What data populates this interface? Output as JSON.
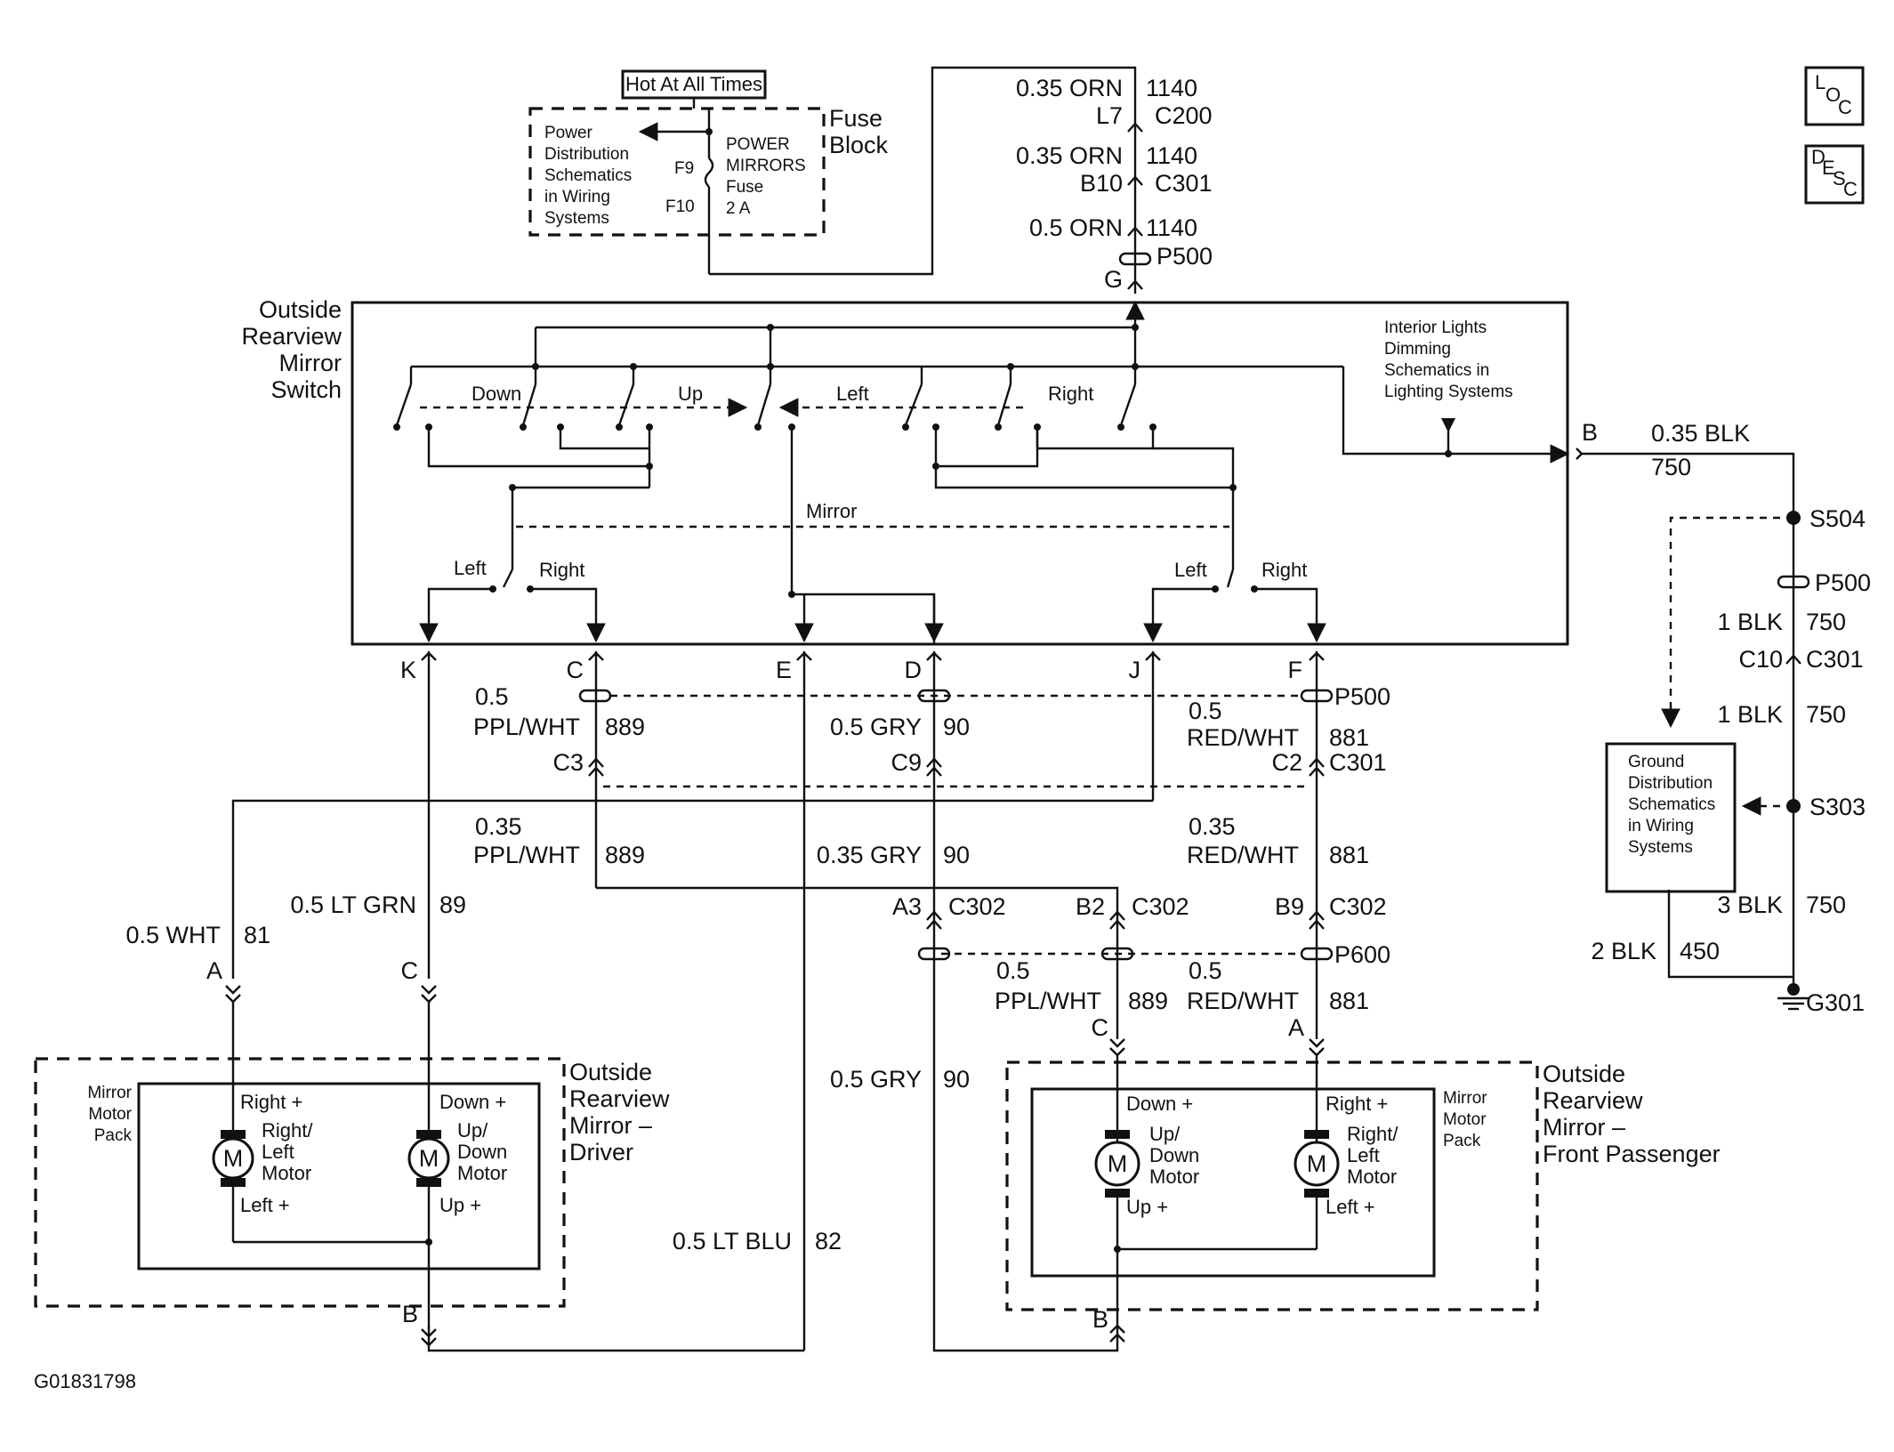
{
  "fuse_block": {
    "hot_label": "Hot At All Times",
    "title": [
      "Fuse",
      "Block"
    ],
    "power_dist_note": [
      "Power",
      "Distribution",
      "Schematics",
      "in Wiring",
      "Systems"
    ],
    "fuse_f9": "F9",
    "fuse_f10": "F10",
    "fuse_label": [
      "POWER",
      "MIRRORS",
      "Fuse",
      "2 A"
    ]
  },
  "feed": {
    "c200_wire": "0.35 ORN",
    "c200_circuit": "1140",
    "c200_pin": "L7",
    "c200_conn": "C200",
    "c301_wire": "0.35 ORN",
    "c301_circuit": "1140",
    "c301_pin": "B10",
    "c301_conn": "C301",
    "p500_wire": "0.5 ORN",
    "p500_circuit": "1140",
    "p500_conn": "P500",
    "p500_pin": "G"
  },
  "switch": {
    "title": [
      "Outside",
      "Rearview",
      "Mirror",
      "Switch"
    ],
    "down": "Down",
    "up": "Up",
    "left": "Left",
    "right": "Right",
    "mirror": "Mirror",
    "sel_left_1": "Left",
    "sel_right_1": "Right",
    "sel_left_2": "Left",
    "sel_right_2": "Right",
    "dimming_note": [
      "Interior Lights",
      "Dimming",
      "Schematics in",
      "Lighting Systems"
    ],
    "pins": {
      "k": "K",
      "c": "C",
      "e": "E",
      "d": "D",
      "j": "J",
      "f": "F",
      "b": "B"
    }
  },
  "ground": {
    "wire": "0.35 BLK",
    "circuit": "750",
    "s504": "S504",
    "p500": "P500",
    "w2": "1 BLK",
    "c2": "750",
    "c10": "C10",
    "c301": "C301",
    "w3": "1 BLK",
    "c3": "750",
    "s303": "S303",
    "w4": "3 BLK",
    "c4": "750",
    "w5": "2 BLK",
    "c5": "450",
    "g301": "G301",
    "note": [
      "Ground",
      "Distribution",
      "Schematics",
      "in Wiring",
      "Systems"
    ]
  },
  "harness": {
    "p500": "P500",
    "c301": "C301",
    "c302_a3": "C302",
    "c302_b2": "C302",
    "c302_b9": "C302",
    "p600": "P600",
    "w889_size": "0.5",
    "w889_color": "PPL/WHT",
    "w889_circuit": "889",
    "w90_wire": "0.5 GRY",
    "w90_circuit": "90",
    "w881_size": "0.5",
    "w881_color": "RED/WHT",
    "w881_circuit": "881",
    "pin_c3": "C3",
    "pin_c9": "C9",
    "pin_c2": "C2",
    "w889b_size": "0.35",
    "w889b_color": "PPL/WHT",
    "w889b_circuit": "889",
    "w90b_wire": "0.35 GRY",
    "w90b_circuit": "90",
    "w881b_size": "0.35",
    "w881b_color": "RED/WHT",
    "w881b_circuit": "881",
    "pin_a3": "A3",
    "pin_b2": "B2",
    "pin_b9": "B9",
    "w81_wire": "0.5 WHT",
    "w81_circuit": "81",
    "w89_wire": "0.5 LT GRN",
    "w89_circuit": "89",
    "w889c_size": "0.5",
    "w889c_color": "PPL/WHT",
    "w889c_circuit": "889",
    "w881c_size": "0.5",
    "w881c_color": "RED/WHT",
    "w881c_circuit": "881",
    "w90c_wire": "0.5 GRY",
    "w90c_circuit": "90",
    "w82_wire": "0.5 LT BLU",
    "w82_circuit": "82"
  },
  "driver": {
    "title": [
      "Outside",
      "Rearview",
      "Mirror –",
      "Driver"
    ],
    "pack": [
      "Mirror",
      "Motor",
      "Pack"
    ],
    "pin_a": "A",
    "pin_c": "C",
    "pin_b": "B",
    "m1": "M",
    "m1_top": "Right +",
    "m1_label": [
      "Right/",
      "Left",
      "Motor"
    ],
    "m1_bottom": "Left +",
    "m2": "M",
    "m2_top": "Down +",
    "m2_label": [
      "Up/",
      "Down",
      "Motor"
    ],
    "m2_bottom": "Up +"
  },
  "passenger": {
    "title": [
      "Outside",
      "Rearview",
      "Mirror –",
      "Front Passenger"
    ],
    "pack": [
      "Mirror",
      "Motor",
      "Pack"
    ],
    "pin_c": "C",
    "pin_a": "A",
    "pin_b": "B",
    "m1": "M",
    "m1_top": "Down +",
    "m1_label": [
      "Up/",
      "Down",
      "Motor"
    ],
    "m1_bottom": "Up +",
    "m2": "M",
    "m2_top": "Right +",
    "m2_label": [
      "Right/",
      "Left",
      "Motor"
    ],
    "m2_bottom": "Left +"
  },
  "icons": {
    "loc": [
      "L",
      "O",
      "C"
    ],
    "desc": [
      "D",
      "E",
      "S",
      "C"
    ]
  },
  "figure_id": "G01831798"
}
